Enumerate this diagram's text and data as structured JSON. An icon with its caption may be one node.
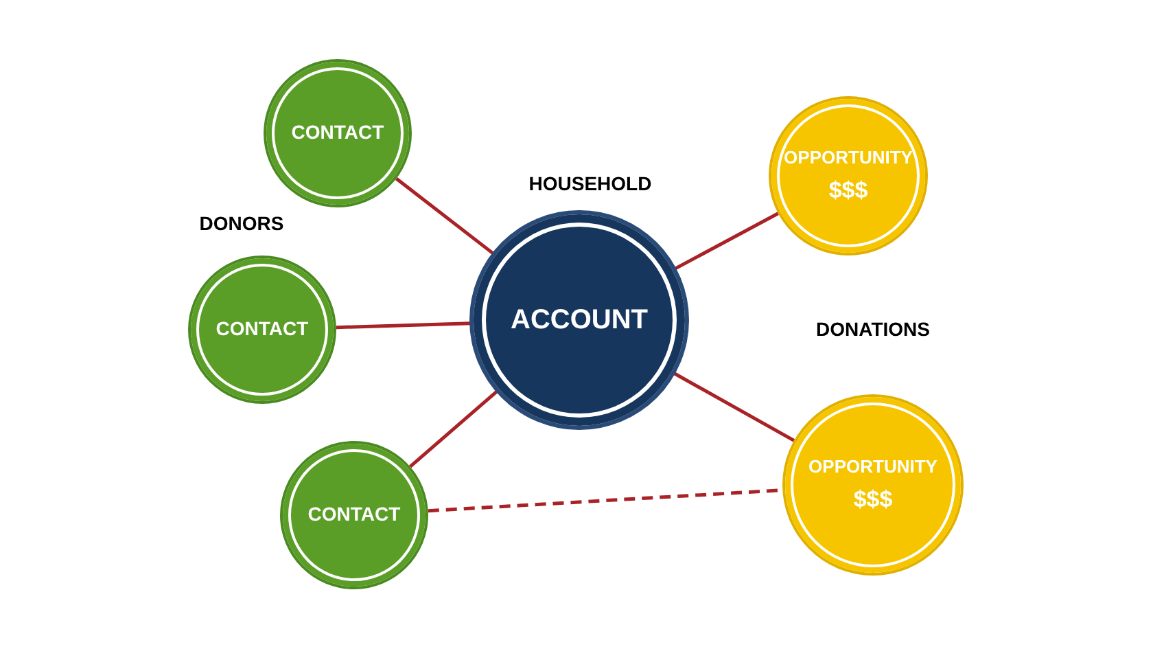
{
  "diagram": {
    "nodes": [
      {
        "text": [
          "CONTACT"
        ]
      },
      {
        "text": [
          "CONTACT"
        ]
      },
      {
        "text": [
          "CONTACT"
        ]
      },
      {
        "text": [
          "ACCOUNT"
        ],
        "beside": [
          "HOUSEHOLD"
        ]
      },
      {
        "text": [
          "OPPORTUNITY",
          "$$$"
        ]
      },
      {
        "text": [
          "OPPORTUNITY",
          "$$$"
        ]
      }
    ],
    "edges": [
      {
        "from": 0,
        "to": 3,
        "arrow": "none"
      },
      {
        "from": 1,
        "to": 3,
        "arrow": "none"
      },
      {
        "from": 2,
        "to": 3,
        "arrow": "none"
      },
      {
        "from": 3,
        "to": 4,
        "arrow": "none"
      },
      {
        "from": 3,
        "to": 5,
        "arrow": "none"
      },
      {
        "from": 2,
        "to": 5,
        "arrow": "none",
        "style": "dashed"
      }
    ],
    "labels": [
      "DONORS",
      "DONATIONS"
    ]
  }
}
